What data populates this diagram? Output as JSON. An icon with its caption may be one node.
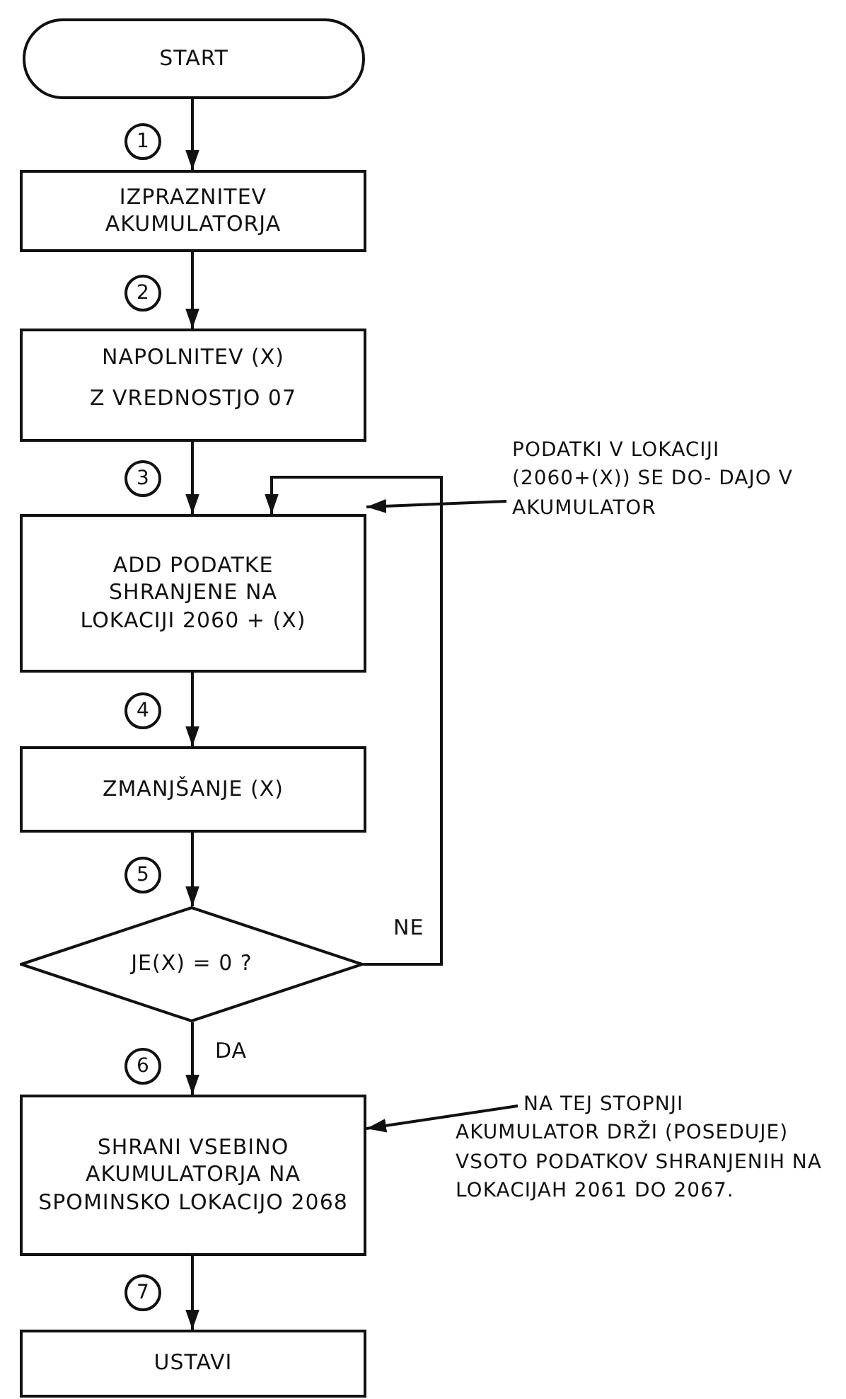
{
  "diagram": {
    "nodes": [
      {
        "text": [
          "START"
        ]
      },
      {
        "text": [
          "IZPRAZNITEV AKUMULATORJA"
        ]
      },
      {
        "text": [
          "NAPOLNITEV (X)",
          "Z VREDNOSTJO 07"
        ]
      },
      {
        "text": [
          "ADD PODATKE SHRANJENE NA LOKACIJI 2060 + (X)"
        ]
      },
      {
        "text": [
          "ZMANJŠANJE (X)"
        ]
      },
      {
        "text": [
          "JE(X) = 0 ?"
        ]
      },
      {
        "text": [
          "SHRANI VSEBINO AKUMULATORJA NA SPOMINSKO LOKACIJO 2068"
        ]
      },
      {
        "text": [
          "USTAVI"
        ]
      },
      {
        "text": [
          "PODATKI V LOKACIJI (2060+(X)) SE DO- DAJO V AKUMULATOR"
        ]
      },
      {
        "text": [
          "NA TEJ STOPNJI AKUMULATOR DRŽI (POSEDUJE) VSOTO PODATKOV SHRANJENIH NA LOKACIJAH 2061 DO 2067."
        ]
      }
    ],
    "edges": [
      {
        "from": 0,
        "to": 1,
        "arrow": "to"
      },
      {
        "from": 1,
        "to": 2,
        "arrow": "to"
      },
      {
        "from": 2,
        "to": 3,
        "arrow": "to"
      },
      {
        "from": 3,
        "to": 4,
        "arrow": "to"
      },
      {
        "from": 4,
        "to": 5,
        "arrow": "to"
      },
      {
        "from": 5,
        "to": 3,
        "arrow": "to",
        "label": "NE"
      },
      {
        "from": 5,
        "to": 6,
        "arrow": "to",
        "label": "DA"
      },
      {
        "from": 6,
        "to": 7,
        "arrow": "to"
      },
      {
        "from": 8,
        "to": 3,
        "arrow": "to"
      },
      {
        "from": 9,
        "to": 6,
        "arrow": "to"
      }
    ],
    "labels": [
      "1",
      "2",
      "3",
      "4",
      "5",
      "6",
      "7"
    ]
  }
}
